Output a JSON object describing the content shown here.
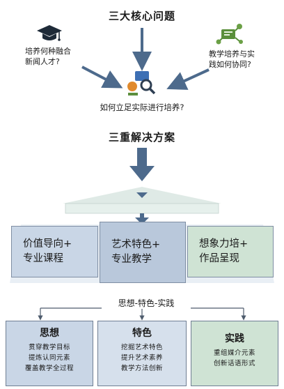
{
  "titles": {
    "top": "三大核心问题",
    "middle": "三重解决方案"
  },
  "questions": {
    "left": {
      "line1": "培养何种融合",
      "line2": "新闻人才?"
    },
    "right": {
      "line1": "教学培养与实",
      "line2": "践如何协同?"
    },
    "center": "如何立足实际进行培养?"
  },
  "icons": {
    "left": "graduation-cap-icon",
    "center": "magnifier-analytics-icon",
    "right": "collaboration-network-icon"
  },
  "solutions": [
    {
      "line1": "价值导向+",
      "line2": "专业课程"
    },
    {
      "line1": "艺术特色+",
      "line2": "专业教学"
    },
    {
      "line1": "想象力培+",
      "line2": "作品呈现"
    }
  ],
  "flow_label": "思想-特色-实践",
  "details": [
    {
      "title": "思想",
      "lines": [
        "贯穿教学目标",
        "提炼认同元素",
        "覆盖教学全过程"
      ]
    },
    {
      "title": "特色",
      "lines": [
        "挖掘艺术特色",
        "提升艺术素养",
        "教学方法创新"
      ]
    },
    {
      "title": "实践",
      "lines": [
        "重组媒介元素",
        "创新话语形式"
      ]
    }
  ],
  "colors": {
    "arrow": "#4d6a8c",
    "box_blue": "#c9d6e6",
    "box_blue_mid": "#b9c8db",
    "box_green": "#cfe3d4",
    "platform_light": "#e6f0ec"
  }
}
